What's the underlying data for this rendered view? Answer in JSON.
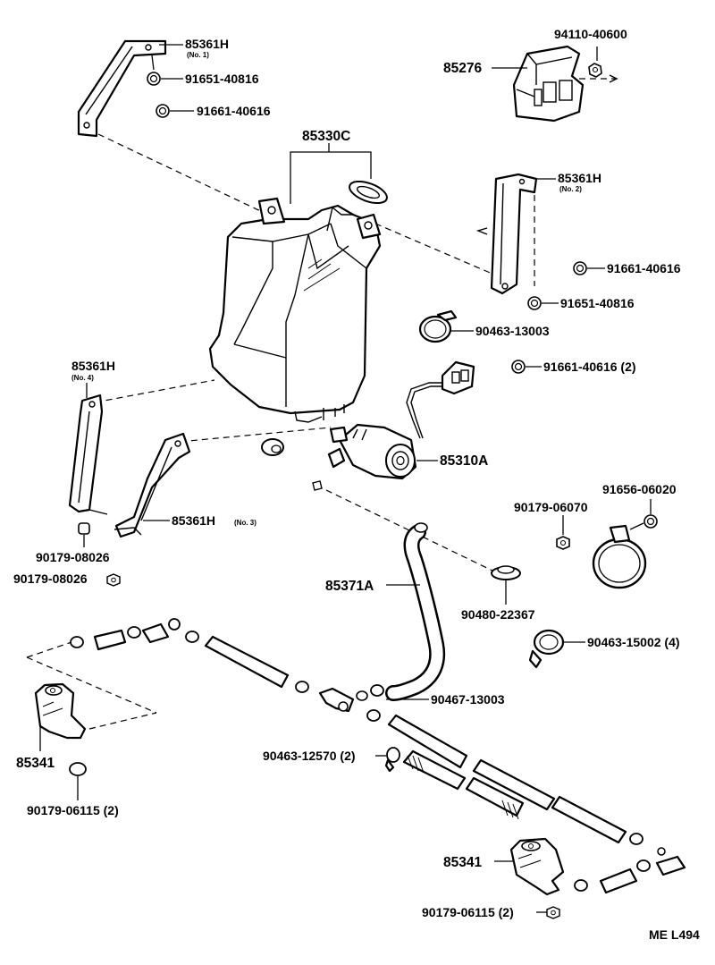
{
  "labels": {
    "bracket_no1": "85361H",
    "bracket_no1_sub": "(No. 1)",
    "washer_91651_top": "91651-40816",
    "nut_91661_top": "91661-40616",
    "jar_85330c": "85330C",
    "relay_85276": "85276",
    "nut_94110": "94110-40600",
    "bracket_no2": "85361H",
    "bracket_no2_sub": "(No. 2)",
    "nut_91661_right": "91661-40616",
    "washer_91651_right": "91651-40816",
    "clamp_90463_13003": "90463-13003",
    "bracket_no4": "85361H",
    "bracket_no4_sub": "(No. 4)",
    "nut_91661_2": "91661-40616 (2)",
    "motor_85310a": "85310A",
    "bracket_no3": "85361H",
    "bracket_no3_sub": "(No. 3)",
    "grommet_90179_08026_a": "90179-08026",
    "grommet_90179_08026_b": "90179-08026",
    "clip_90179_06070": "90179-06070",
    "bolt_91656_06020": "91656-06020",
    "hose_85371a": "85371A",
    "grommet_90480": "90480-22367",
    "clamp_90463_15002": "90463-15002 (4)",
    "clamp_90467_13003": "90467-13003",
    "nozzle_85341_left": "85341",
    "clamp_90463_12570": "90463-12570 (2)",
    "nut_90179_06115_left": "90179-06115 (2)",
    "nozzle_85341_right": "85341",
    "nut_90179_06115_right": "90179-06115 (2)",
    "ref_code": "ME L494"
  },
  "icons": {
    "washer": "circled-w-icon",
    "nut": "circled-n-icon",
    "hex_nut": "hex-nut-icon"
  },
  "colors": {
    "ink": "#000000",
    "paper": "#ffffff"
  }
}
